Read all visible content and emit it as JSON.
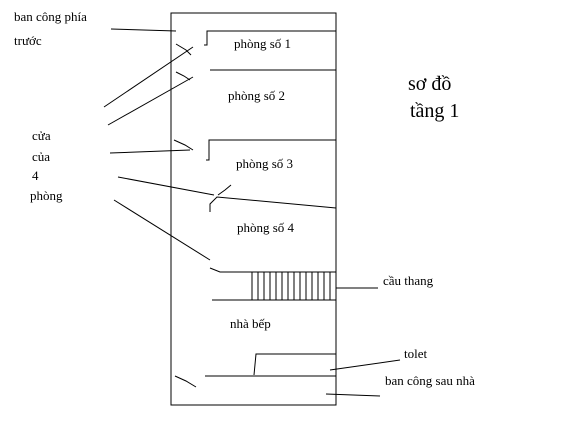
{
  "diagram": {
    "title_line1": "sơ đồ",
    "title_line2": "tầng 1",
    "rooms": [
      "phòng số 1",
      "phòng số 2",
      "phòng số 3",
      "phòng số 4"
    ],
    "labels": {
      "front_balcony_line1": "ban công phía",
      "front_balcony_line2": "trước",
      "doors_line1": "cửa",
      "doors_line2": "của",
      "doors_line3": "4",
      "doors_line4": "phòng",
      "stairs": "cầu thang",
      "kitchen": "nhà bếp",
      "toilet": "tolet",
      "back_balcony": "ban công sau nhà"
    }
  }
}
